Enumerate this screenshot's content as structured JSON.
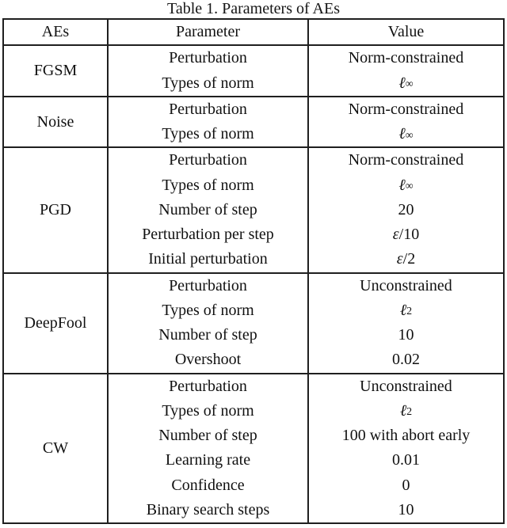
{
  "table": {
    "caption": "Table 1. Parameters of AEs",
    "headers": {
      "aes": "AEs",
      "parameter": "Parameter",
      "value": "Value"
    },
    "groups": [
      {
        "name": "FGSM",
        "rows": [
          {
            "parameter": "Perturbation",
            "value": "Norm-constrained"
          },
          {
            "parameter": "Types of norm",
            "value_math": "ℓ",
            "value_sub": "∞"
          }
        ]
      },
      {
        "name": "Noise",
        "rows": [
          {
            "parameter": "Perturbation",
            "value": "Norm-constrained"
          },
          {
            "parameter": "Types of norm",
            "value_math": "ℓ",
            "value_sub": "∞"
          }
        ]
      },
      {
        "name": "PGD",
        "rows": [
          {
            "parameter": "Perturbation",
            "value": "Norm-constrained"
          },
          {
            "parameter": "Types of norm",
            "value_math": "ℓ",
            "value_sub": "∞"
          },
          {
            "parameter": "Number of step",
            "value": "20"
          },
          {
            "parameter": "Perturbation per step",
            "value_math": "ε",
            "value_rest": "/10"
          },
          {
            "parameter": "Initial perturbation",
            "value_math": "ε",
            "value_rest": "/2"
          }
        ]
      },
      {
        "name": "DeepFool",
        "rows": [
          {
            "parameter": "Perturbation",
            "value": "Unconstrained"
          },
          {
            "parameter": "Types of norm",
            "value_math": "ℓ",
            "value_sub": "2"
          },
          {
            "parameter": "Number of step",
            "value": "10"
          },
          {
            "parameter": "Overshoot",
            "value": "0.02"
          }
        ]
      },
      {
        "name": "CW",
        "rows": [
          {
            "parameter": "Perturbation",
            "value": "Unconstrained"
          },
          {
            "parameter": "Types of norm",
            "value_math": "ℓ",
            "value_sub": "2"
          },
          {
            "parameter": "Number of step",
            "value": "100 with abort early"
          },
          {
            "parameter": "Learning rate",
            "value": "0.01"
          },
          {
            "parameter": "Confidence",
            "value": "0"
          },
          {
            "parameter": "Binary search steps",
            "value": "10"
          }
        ]
      }
    ]
  }
}
